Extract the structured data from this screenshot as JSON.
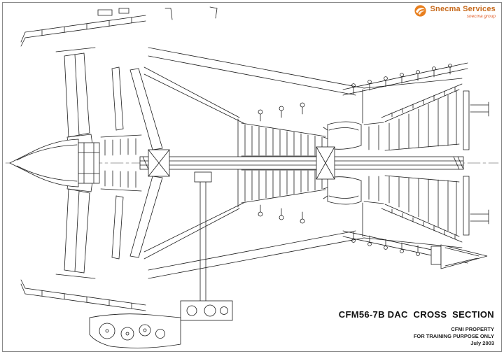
{
  "page": {
    "background": "#ffffff",
    "border_color": "#8a8a8a"
  },
  "logo": {
    "name": "Snecma Services",
    "tagline": "snecma group",
    "brand_color": "#c76a1c"
  },
  "title_block": {
    "title": "CFM56-7B DAC  CROSS  SECTION",
    "property": "CFMI PROPERTY",
    "purpose": "FOR TRAINING PURPOSE ONLY",
    "date": "July 2003"
  },
  "diagram": {
    "label": "CFM56-7B DAC turbofan engine cross-section technical drawing",
    "line_color": "#1c1c1c"
  }
}
